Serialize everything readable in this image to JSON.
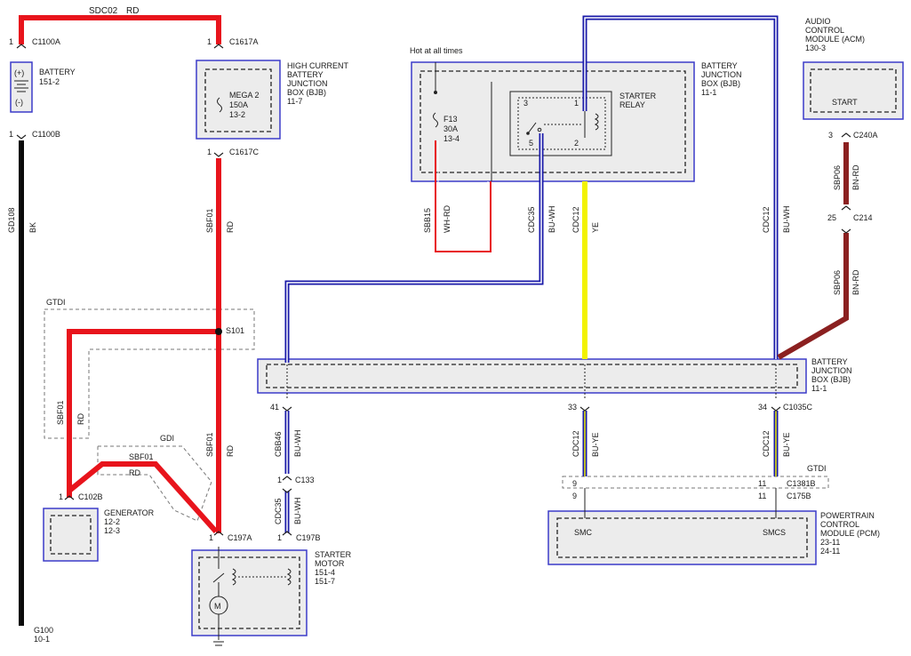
{
  "colors": {
    "RD": "#e8141c",
    "BK": "#0a0a0a",
    "BU": "#1a1aa8",
    "YE": "#f2f200",
    "BN": "#8b2020",
    "box_border": "#3b3bc9",
    "box_fill": "#ececec"
  },
  "top_wire": {
    "circuit": "SDC02",
    "color": "RD"
  },
  "battery": {
    "name": "BATTERY",
    "ref": "151-2",
    "plus": "(+)",
    "minus": "(-)",
    "top_pin": "1",
    "top_connector": "C1100A",
    "bottom_pin": "1",
    "bottom_connector": "C1100B",
    "ground_circuit": "GD108",
    "ground_color": "BK",
    "ground_label": "G100",
    "ground_ref": "10-1"
  },
  "hcbjb": {
    "name_lines": [
      "HIGH CURRENT",
      "BATTERY",
      "JUNCTION",
      "BOX (BJB)",
      "11-7"
    ],
    "fuse_lines": [
      "MEGA 2",
      "150A",
      "13-2"
    ],
    "top_pin": "1",
    "top_connector": "C1617A",
    "bottom_pin": "1",
    "bottom_connector": "C1617C"
  },
  "wire_sbf01_top": {
    "circuit": "SBF01",
    "color": "RD"
  },
  "splice": {
    "name": "S101"
  },
  "gtdi_box": {
    "label": "GTDI",
    "circuit": "SBF01",
    "color": "RD"
  },
  "gdi_box": {
    "label": "GDI",
    "circuit": "SBF01",
    "color": "RD"
  },
  "wire_to_starter": {
    "circuit": "SBF01",
    "color": "RD"
  },
  "generator": {
    "name": "GENERATOR",
    "refs": [
      "12-2",
      "12-3"
    ],
    "pin": "1",
    "connector": "C102B"
  },
  "starter_motor": {
    "name_lines": [
      "STARTER",
      "MOTOR",
      "151-4",
      "151-7"
    ],
    "pin_a": "1",
    "connector_a": "C197A",
    "pin_b": "1",
    "connector_b": "C197B",
    "motor_symbol": "M"
  },
  "bjb_top": {
    "hot_label": "Hot at all times",
    "name_lines": [
      "BATTERY",
      "JUNCTION",
      "BOX (BJB)",
      "11-1"
    ],
    "fuse_lines": [
      "F13",
      "30A",
      "13-4"
    ],
    "relay_lines": [
      "STARTER",
      "RELAY"
    ],
    "relay_pins": [
      "3",
      "1",
      "5",
      "2"
    ]
  },
  "wires_top": [
    {
      "circuit": "SBB15",
      "color": "WH-RD"
    },
    {
      "circuit": "CDC35",
      "color": "BU-WH"
    },
    {
      "circuit": "CDC12",
      "color": "YE"
    },
    {
      "circuit": "CDC12",
      "color": "BU-WH"
    }
  ],
  "acm": {
    "name_lines": [
      "AUDIO",
      "CONTROL",
      "MODULE (ACM)",
      "130-3"
    ],
    "pin_name": "START",
    "pin": "3",
    "connector": "C240A"
  },
  "acm_wire_upper": {
    "circuit": "SBP06",
    "color": "BN-RD"
  },
  "inline_c214": {
    "pin": "25",
    "connector": "C214"
  },
  "acm_wire_lower": {
    "circuit": "SBP06",
    "color": "BN-RD"
  },
  "bjb_mid": {
    "name_lines": [
      "BATTERY",
      "JUNCTION",
      "BOX (BJB)",
      "11-1"
    ],
    "pins": [
      {
        "pin": "41"
      },
      {
        "pin": "33"
      },
      {
        "pin": "34",
        "connector": "C1035C"
      }
    ]
  },
  "wire_cbb46": {
    "circuit": "CBB46",
    "color": "BU-WH"
  },
  "c133": {
    "pin": "1",
    "connector": "C133"
  },
  "wire_cdc35_low": {
    "circuit": "CDC35",
    "color": "BU-WH"
  },
  "wire_cdc12_left": {
    "circuit": "CDC12",
    "color": "BU-YE"
  },
  "wire_cdc12_right": {
    "circuit": "CDC12",
    "color": "BU-YE"
  },
  "gtdi_connector": {
    "label": "GTDI",
    "pin_left": "9",
    "pin_right": "11",
    "connector": "C1381B"
  },
  "pcm": {
    "name_lines": [
      "POWERTRAIN",
      "CONTROL",
      "MODULE (PCM)",
      "23-11",
      "24-11"
    ],
    "pin_left": "9",
    "pin_right": "11",
    "connector": "C175B",
    "smc": "SMC",
    "smcs": "SMCS"
  }
}
